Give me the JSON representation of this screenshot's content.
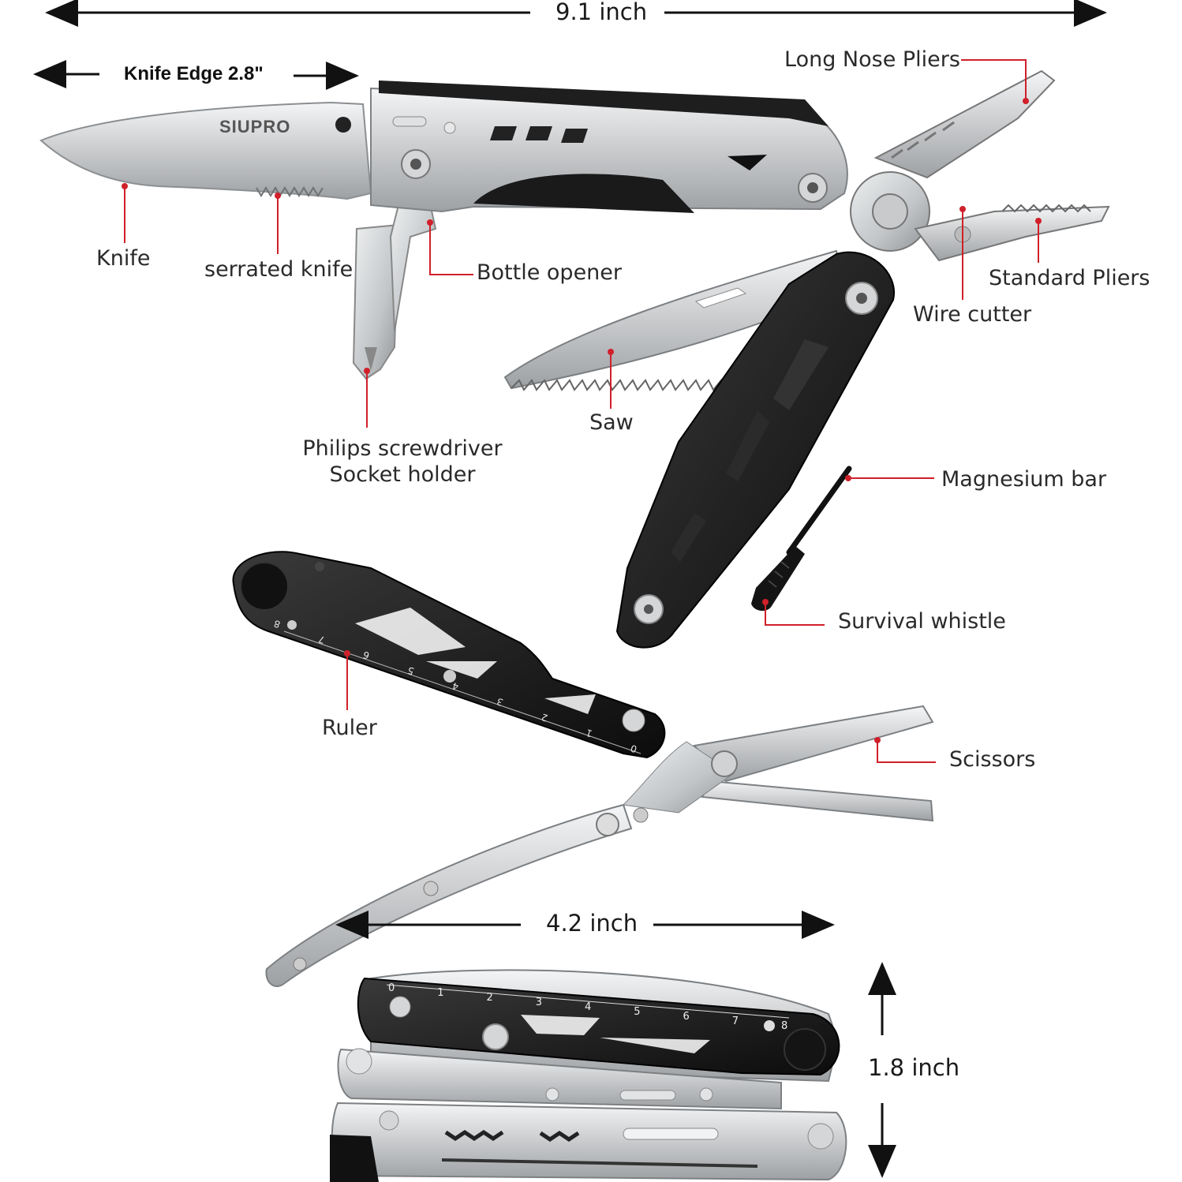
{
  "dimensions": {
    "overall_length": "9.1 inch",
    "knife_edge": "Knife Edge 2.8\"",
    "closed_length": "4.2 inch",
    "closed_height": "1.8 inch"
  },
  "brand": "SIUPRO",
  "callouts": {
    "knife": "Knife",
    "serrated_knife": "serrated knife",
    "bottle_opener": "Bottle opener",
    "long_nose_pliers": "Long Nose Pliers",
    "standard_pliers": "Standard Pliers",
    "wire_cutter": "Wire cutter",
    "saw": "Saw",
    "philips_line1": "Philips screwdriver",
    "philips_line2": "Socket holder",
    "magnesium_bar": "Magnesium bar",
    "survival_whistle": "Survival whistle",
    "ruler": "Ruler",
    "scissors": "Scissors"
  },
  "ruler_marks_open": [
    "8",
    "7",
    "6",
    "5",
    "4",
    "3",
    "2",
    "1",
    "0"
  ],
  "ruler_marks_closed": [
    "0",
    "1",
    "2",
    "3",
    "4",
    "5",
    "6",
    "7",
    "8"
  ],
  "colors": {
    "callout_line": "#d0202a",
    "steel": "#c9cbcd",
    "handle_black": "#1b1b1b"
  }
}
